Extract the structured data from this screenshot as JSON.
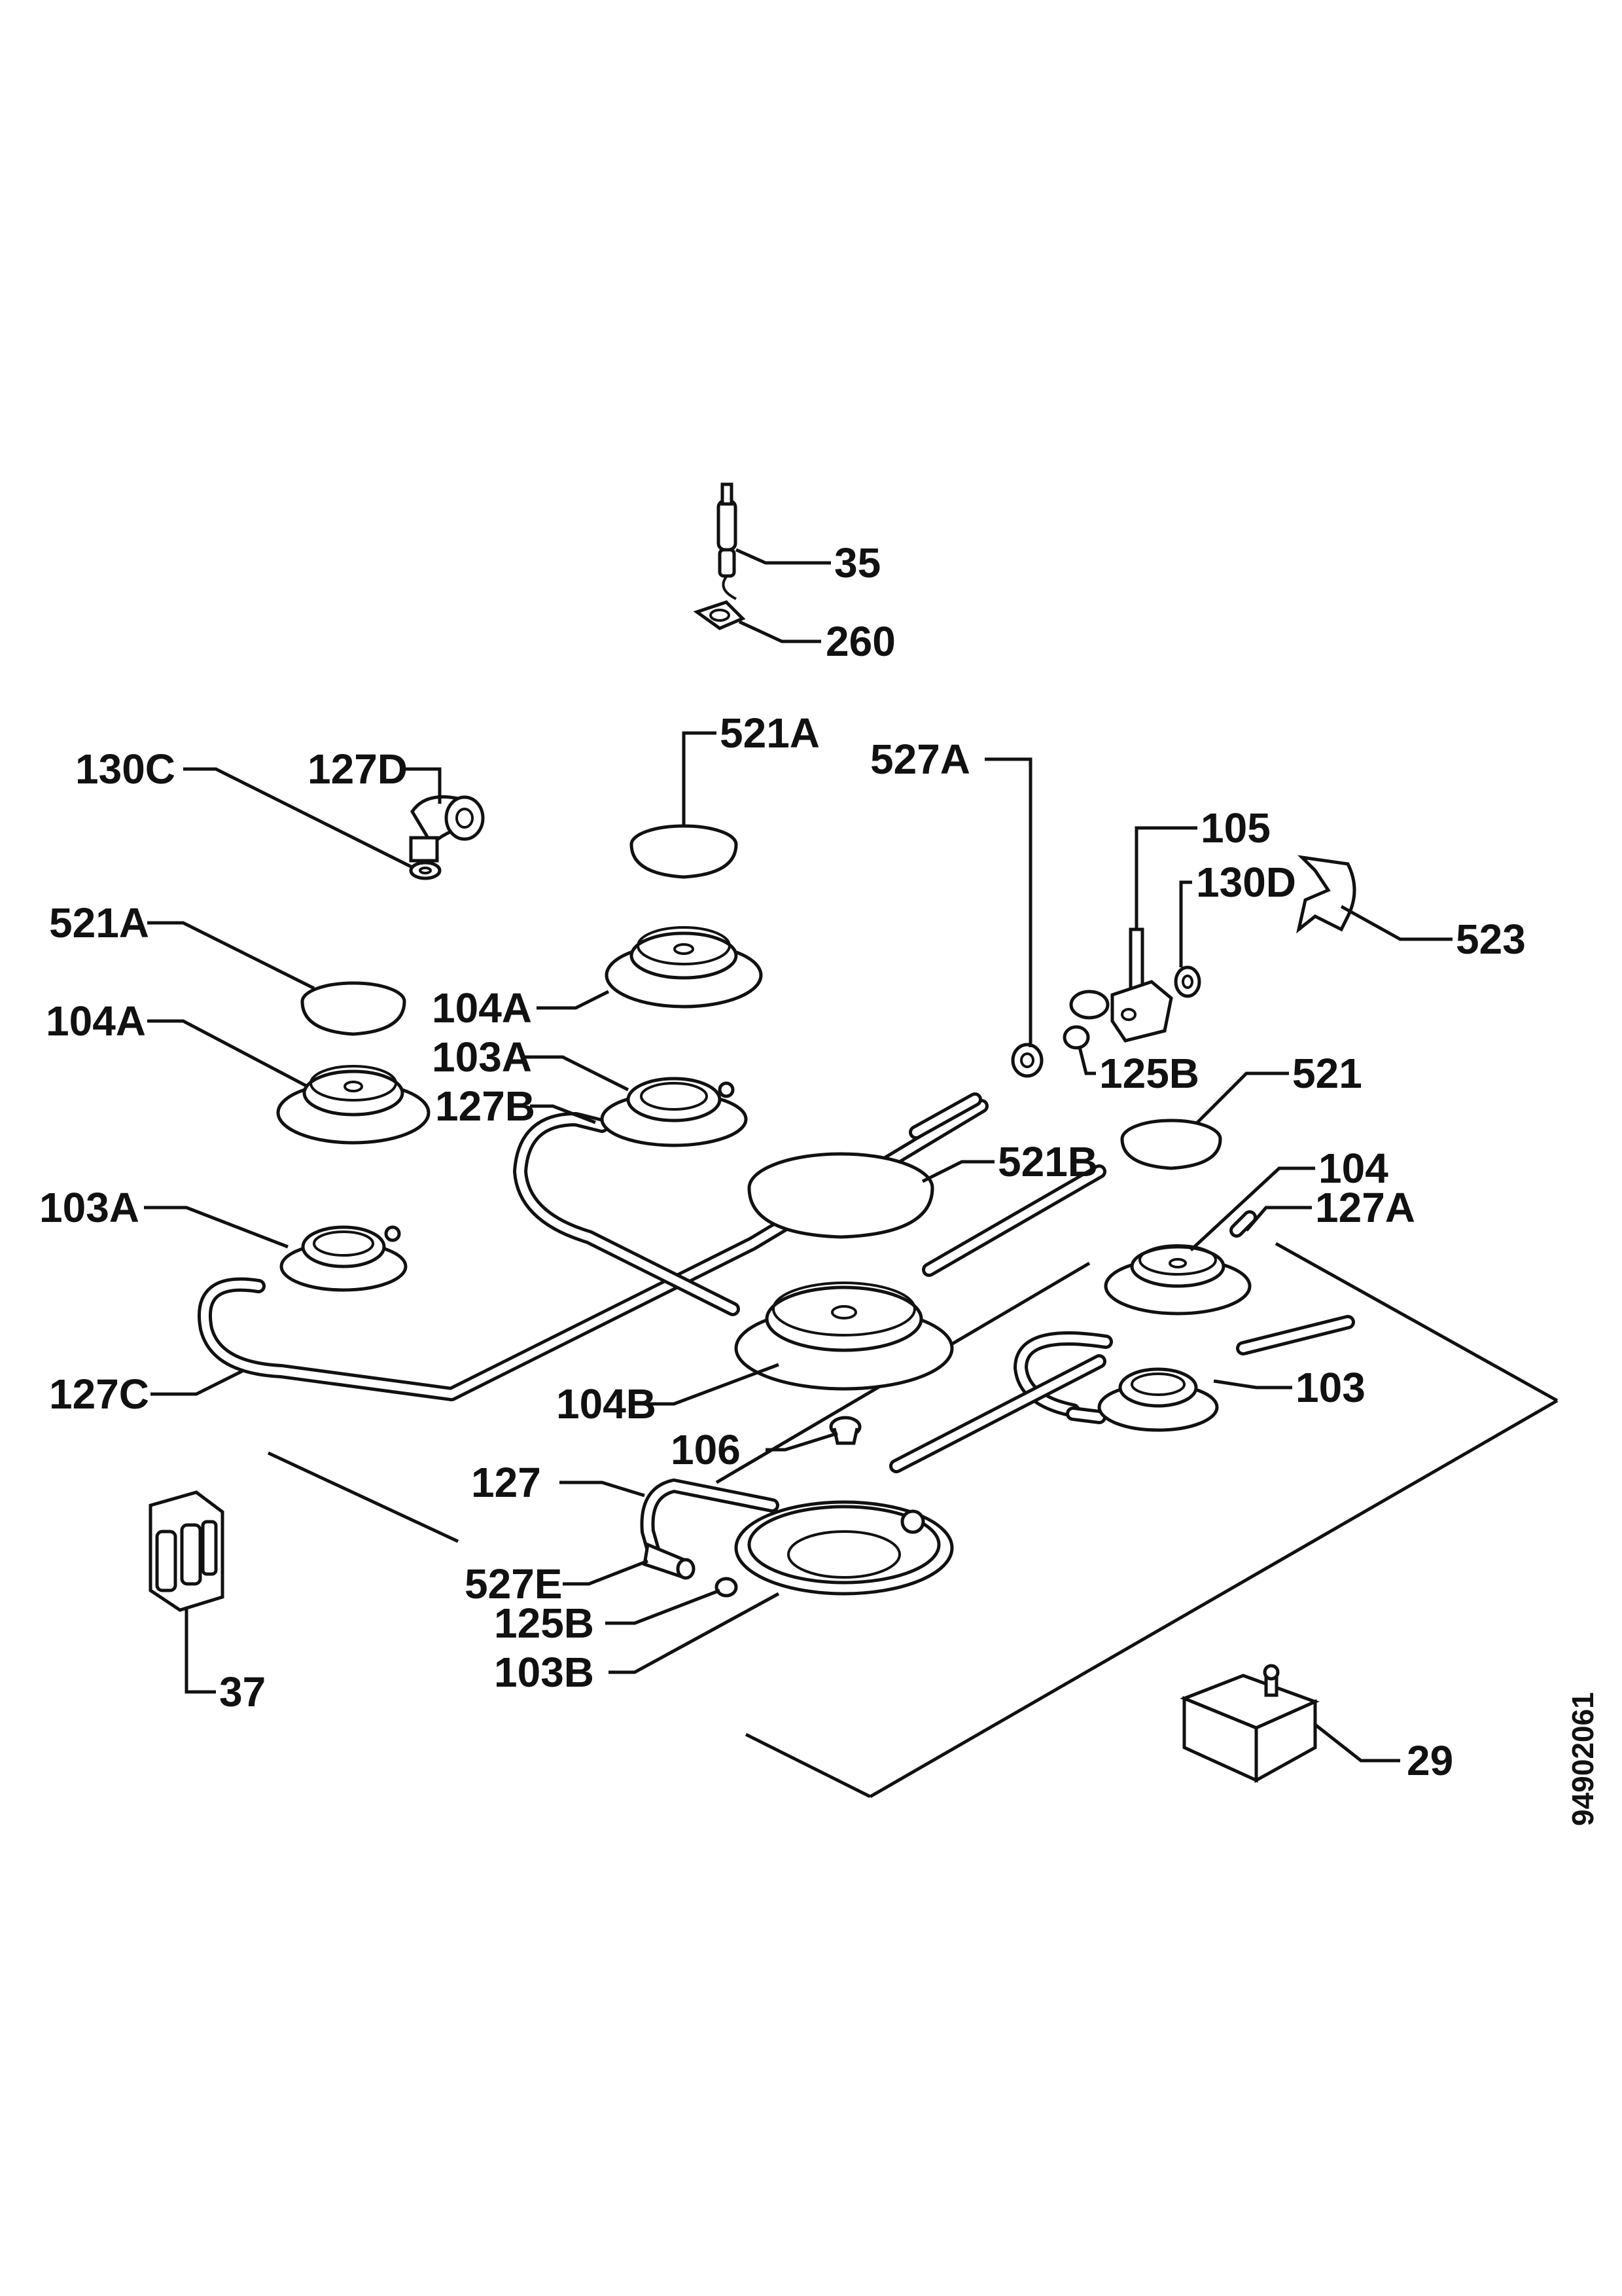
{
  "labels": {
    "p35": "35",
    "p260": "260",
    "p521A_top": "521A",
    "p527A": "527A",
    "p130C": "130C",
    "p127D": "127D",
    "p105": "105",
    "p130D": "130D",
    "p523": "523",
    "p521A_left": "521A",
    "p104A_mid": "104A",
    "p104A_left": "104A",
    "p103A_mid": "103A",
    "p125B_top": "125B",
    "p521": "521",
    "p127B": "127B",
    "p521B": "521B",
    "p104": "104",
    "p103A_left": "103A",
    "p127A": "127A",
    "p103": "103",
    "p127C": "127C",
    "p104B": "104B",
    "p106": "106",
    "p127": "127",
    "p527E": "527E",
    "p125B_bottom": "125B",
    "p103B": "103B",
    "p37": "37",
    "p29": "29"
  },
  "document_number": "94902061"
}
